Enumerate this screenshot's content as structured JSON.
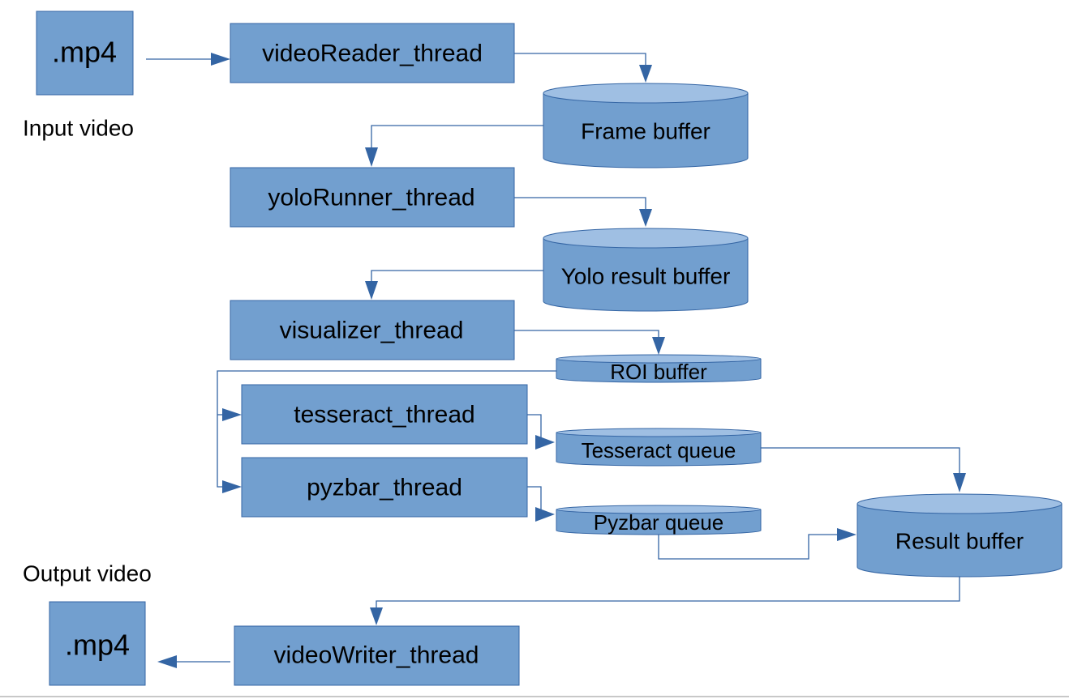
{
  "input": {
    "file_label": ".mp4",
    "caption": "Input video"
  },
  "output": {
    "file_label": ".mp4",
    "caption": "Output video"
  },
  "threads": {
    "video_reader": "videoReader_thread",
    "yolo_runner": "yoloRunner_thread",
    "visualizer": "visualizer_thread",
    "tesseract": "tesseract_thread",
    "pyzbar": "pyzbar_thread",
    "video_writer": "videoWriter_thread"
  },
  "buffers": {
    "frame": "Frame buffer",
    "yolo_result": "Yolo result buffer",
    "roi": "ROI buffer",
    "tesseract_queue": "Tesseract queue",
    "pyzbar_queue": "Pyzbar queue",
    "result": "Result buffer"
  },
  "colors": {
    "node_fill": "#729fcf",
    "node_stroke": "#3465a4",
    "cylinder_top": "#9fbfe3",
    "connector": "#3465a4"
  }
}
